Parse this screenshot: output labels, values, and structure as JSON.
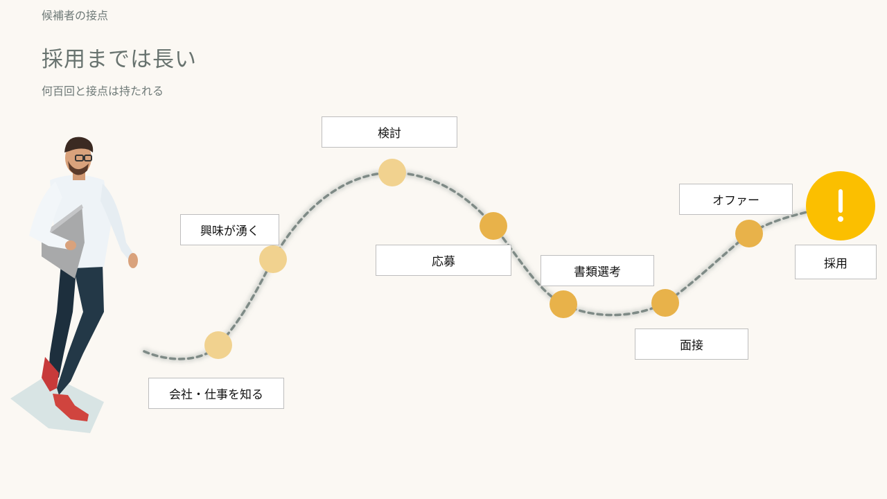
{
  "header": {
    "section_label": "候補者の接点",
    "title": "採用までは長い",
    "subtitle": "何百回と接点は持たれる"
  },
  "journey": {
    "stages": [
      {
        "label": "会社・仕事を知る"
      },
      {
        "label": "興味が湧く"
      },
      {
        "label": "検討"
      },
      {
        "label": "応募"
      },
      {
        "label": "書類選考"
      },
      {
        "label": "面接"
      },
      {
        "label": "オファー"
      },
      {
        "label": "採用"
      }
    ],
    "final_icon": "exclamation-icon"
  },
  "colors": {
    "background": "#fbf8f3",
    "dot_light": "#f1d28f",
    "dot_medium": "#e8b24a",
    "final": "#fbbf00",
    "path": "#7e8a86",
    "text_muted": "#6f7a78"
  }
}
